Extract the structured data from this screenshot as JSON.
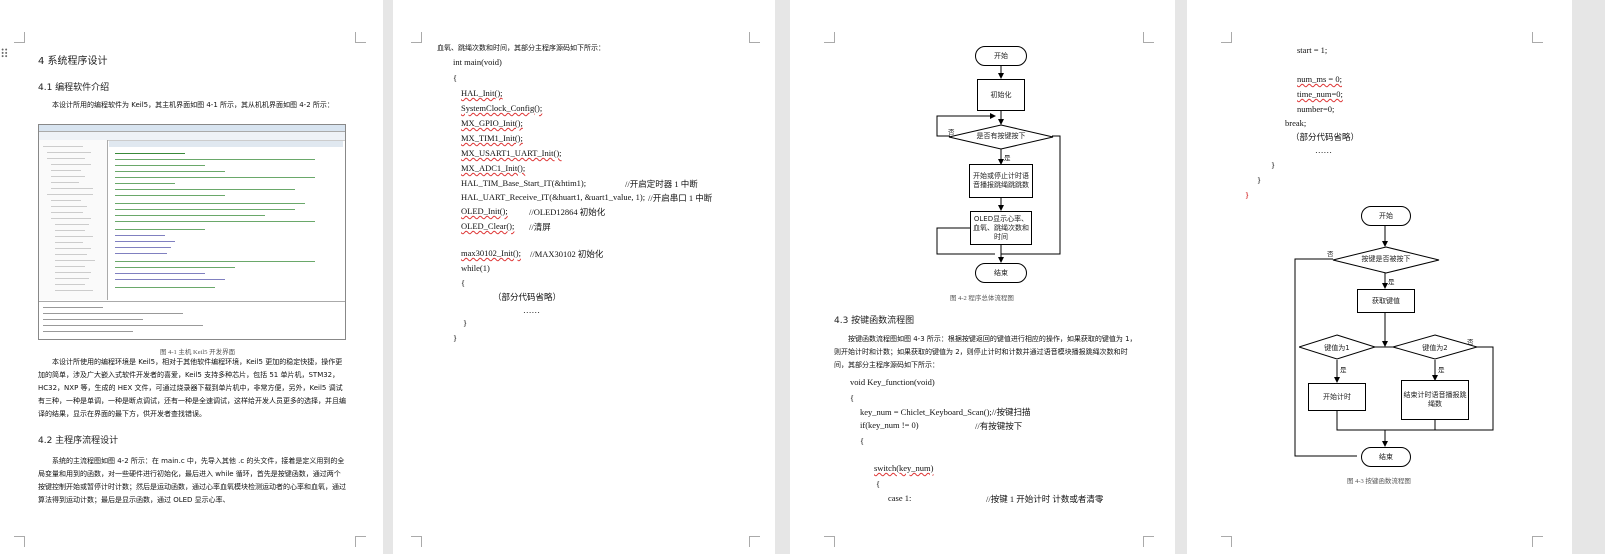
{
  "page1": {
    "section4_title": "4  系统程序设计",
    "section41_title": "4.1  编程软件介绍",
    "para1": "本设计所用的编程软件为 Keil5，其主机界面如图 4-1 所示，其从机机界面如图 4-2 所示：",
    "fig1_caption": "图 4-1  主机 Keil5 开发界面",
    "para2": "本设计所使用的编程环境是 Keil5，相对于其他软件编程环境，Keil5 更加的稳定快捷，操作更加的简单，涉及广大嵌入式软件开发者的喜爱，Keil5 支持多种芯片，包括 51 单片机，STM32，HC32，NXP 等，生成的 HEX 文件，可通过烧录器下载到单片机中，非常方便，另外，Keil5 调试有三种，一种是单调，一种是断点调试，还有一种是全速调试，这样给开发人员更多的选择，并且编译的结果，显示在界面的最下方，供开发者查找错误。",
    "section42_title": "4.2  主程序流程设计",
    "para3": "系统的主流程图如图 4-2 所示：在 main.c 中，先导入其他 .c 的头文件，接着是定义用到的全局变量和用到的函数，对一些硬件进行初始化，最后进入 while 循环，首先是按键函数，通过两个按键控制开始或暂停计时计数；然后是运动函数，通过心率血氧模块检测运动者的心率和血氧，通过算法得到运动计数；最后是显示函数，通过 OLED 显示心率、"
  },
  "page2": {
    "intro": "血氧、跳绳次数和时间，其部分主程序源码如下所示：",
    "code_lines": [
      "int main(void)",
      "{",
      "HAL_Init();",
      "SystemClock_Config();",
      "MX_GPIO_Init();",
      "MX_TIM1_Init();",
      "MX_USART1_UART_Init();",
      "MX_ADC1_Init();",
      "HAL_TIM_Base_Start_IT(&htim1);",
      "HAL_UART_Receive_IT(&huart1, &uart1_value, 1);",
      "OLED_Init();",
      "OLED_Clear();",
      "max30102_Init();",
      "while(1)",
      "{",
      "（部分代码省略）",
      "……",
      "}",
      "}"
    ],
    "comments": [
      "//开启定时器 1 中断",
      "//开启串口 1 中断",
      "//OLED12864 初始化",
      "//清屏",
      "//MAX30102 初始化"
    ]
  },
  "page3": {
    "flow_nodes": [
      "开始",
      "初始化",
      "是否有按键按下",
      "开始或停止计时语音播报跳绳跳跳数",
      "OLED显示心率、血氧、跳绳次数和时间",
      "结束"
    ],
    "flow_yes": "是",
    "flow_no": "否",
    "fig2_caption": "图 4-2  程序总体流程图",
    "section43_title": "4.3  按键函数流程图",
    "para": "按键函数流程图如图 4-3 所示：根据按键返回的键值进行相应的操作，如果获取的键值为 1，则开始计时和计数；如果获取的键值为 2，则停止计时和计数并通过语音模块播报跳绳次数和时间，其部分主程序源码如下所示：",
    "code_lines": [
      "void Key_function(void)",
      "{",
      "key_num = Chiclet_Keyboard_Scan();//按键扫描",
      "if(key_num != 0)",
      "{",
      "switch(key_num)",
      "{",
      "case 1:"
    ],
    "comments": [
      "//有按键按下",
      "//按键 1 开始计时  计数或者清零"
    ]
  },
  "page4": {
    "code_lines": [
      "start = 1;",
      "num_ms = 0;",
      "time_num=0;",
      "number=0;",
      "break;",
      "（部分代码省略）",
      "……",
      "}",
      "}",
      "}"
    ],
    "flow_nodes": [
      "开始",
      "按键是否被按下",
      "获取键值",
      "键值为1",
      "键值为2",
      "开始计时",
      "结束计时语音播报跳绳数",
      "结束"
    ],
    "flow_yes": "是",
    "flow_no": "否",
    "fig3_caption": "图 4-3  按键函数流程图"
  }
}
